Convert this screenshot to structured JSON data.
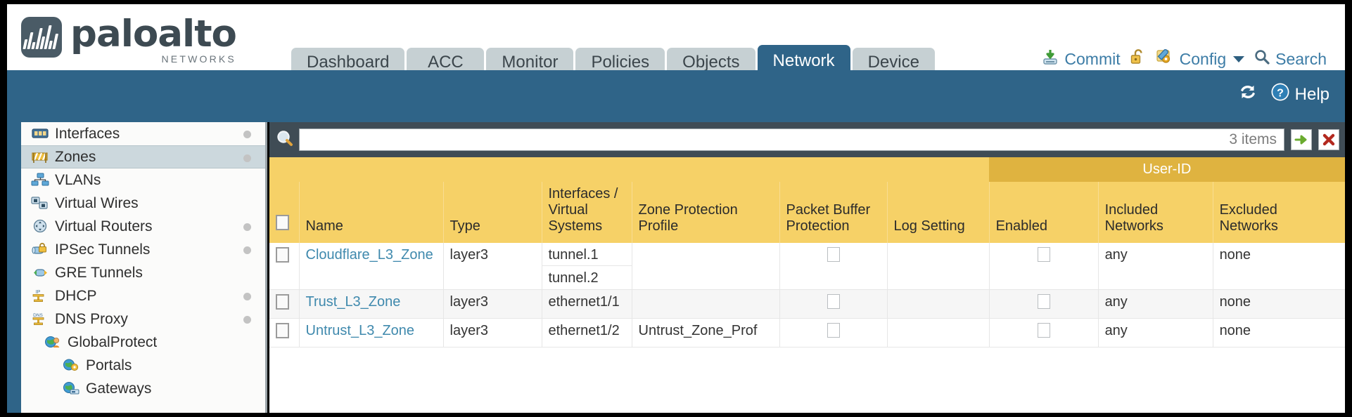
{
  "brand": {
    "name": "paloalto",
    "tagline": "NETWORKS"
  },
  "tabs": [
    {
      "label": "Dashboard",
      "active": false
    },
    {
      "label": "ACC",
      "active": false
    },
    {
      "label": "Monitor",
      "active": false
    },
    {
      "label": "Policies",
      "active": false
    },
    {
      "label": "Objects",
      "active": false
    },
    {
      "label": "Network",
      "active": true
    },
    {
      "label": "Device",
      "active": false
    }
  ],
  "toolbar": {
    "commit_label": "Commit",
    "config_label": "Config",
    "search_label": "Search"
  },
  "band": {
    "help_label": "Help"
  },
  "sidebar": {
    "items": [
      {
        "label": "Interfaces",
        "icon": "interfaces-icon",
        "selected": false,
        "dot": true,
        "level": 0
      },
      {
        "label": "Zones",
        "icon": "zones-icon",
        "selected": true,
        "dot": true,
        "level": 0
      },
      {
        "label": "VLANs",
        "icon": "vlans-icon",
        "selected": false,
        "dot": false,
        "level": 0
      },
      {
        "label": "Virtual Wires",
        "icon": "virtual-wires-icon",
        "selected": false,
        "dot": false,
        "level": 0
      },
      {
        "label": "Virtual Routers",
        "icon": "virtual-routers-icon",
        "selected": false,
        "dot": true,
        "level": 0
      },
      {
        "label": "IPSec Tunnels",
        "icon": "ipsec-tunnels-icon",
        "selected": false,
        "dot": true,
        "level": 0
      },
      {
        "label": "GRE Tunnels",
        "icon": "gre-tunnels-icon",
        "selected": false,
        "dot": false,
        "level": 0
      },
      {
        "label": "DHCP",
        "icon": "dhcp-icon",
        "selected": false,
        "dot": true,
        "level": 0
      },
      {
        "label": "DNS Proxy",
        "icon": "dns-proxy-icon",
        "selected": false,
        "dot": true,
        "level": 0
      },
      {
        "label": "GlobalProtect",
        "icon": "globalprotect-icon",
        "selected": false,
        "dot": false,
        "level": 0,
        "expandable": true,
        "expanded": true
      },
      {
        "label": "Portals",
        "icon": "portals-icon",
        "selected": false,
        "dot": false,
        "level": 1
      },
      {
        "label": "Gateways",
        "icon": "gateways-icon",
        "selected": false,
        "dot": false,
        "level": 1
      }
    ]
  },
  "search": {
    "value": "",
    "placeholder": "",
    "item_count": "3 items"
  },
  "table": {
    "group_header": "User-ID",
    "columns": [
      "Name",
      "Type",
      "Interfaces / Virtual Systems",
      "Zone Protection Profile",
      "Packet Buffer Protection",
      "Log Setting",
      "Enabled",
      "Included Networks",
      "Excluded Networks"
    ],
    "rows": [
      {
        "selected": false,
        "name": "Cloudflare_L3_Zone",
        "type": "layer3",
        "interfaces": [
          "tunnel.1",
          "tunnel.2"
        ],
        "zone_protection_profile": "",
        "packet_buffer_protection": false,
        "log_setting": "",
        "userid_enabled": false,
        "included_networks": "any",
        "excluded_networks": "none"
      },
      {
        "selected": false,
        "name": "Trust_L3_Zone",
        "type": "layer3",
        "interfaces": [
          "ethernet1/1"
        ],
        "zone_protection_profile": "",
        "packet_buffer_protection": false,
        "log_setting": "",
        "userid_enabled": false,
        "included_networks": "any",
        "excluded_networks": "none"
      },
      {
        "selected": false,
        "name": "Untrust_L3_Zone",
        "type": "layer3",
        "interfaces": [
          "ethernet1/2"
        ],
        "zone_protection_profile": "Untrust_Zone_Prof",
        "packet_buffer_protection": false,
        "log_setting": "",
        "userid_enabled": false,
        "included_networks": "any",
        "excluded_networks": "none"
      }
    ]
  },
  "colors": {
    "brand_blue": "#2f6488",
    "tab_inactive": "#c6d0d3",
    "header_amber": "#f6d167",
    "group_amber": "#dfb340",
    "link_teal": "#3f89ad"
  }
}
